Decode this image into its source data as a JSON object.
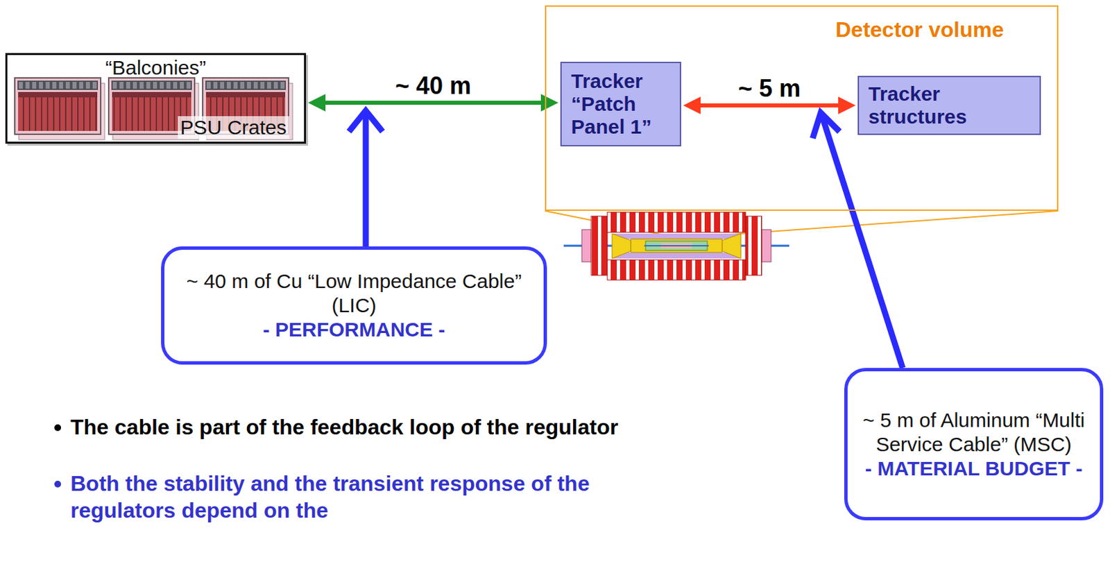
{
  "diagram": {
    "nodes": [
      {
        "text": [
          "“Balconies”",
          "PSU Crates"
        ]
      },
      {
        "text": [
          "Detector volume"
        ]
      },
      {
        "text": [
          "Tracker “Patch Panel 1”"
        ],
        "in": 1
      },
      {
        "text": [
          "Tracker structures"
        ],
        "in": 1
      },
      {
        "text": [
          "~ 40 m of Cu “Low Impedance Cable” (LIC)",
          "- PERFORMANCE -"
        ]
      },
      {
        "text": [
          "~ 5 m of Aluminum “Multi Service Cable” (MSC)",
          "- MATERIAL BUDGET -"
        ]
      }
    ],
    "edges": [
      {
        "from": 0,
        "to": 2,
        "arrow": "both",
        "label": "~ 40 m"
      },
      {
        "from": 2,
        "to": 3,
        "arrow": "both",
        "label": "~ 5 m"
      }
    ],
    "labels": [
      "The cable is part of the feedback loop of the regulator",
      "Both the stability and the transient response of the regulators depend on the"
    ]
  }
}
